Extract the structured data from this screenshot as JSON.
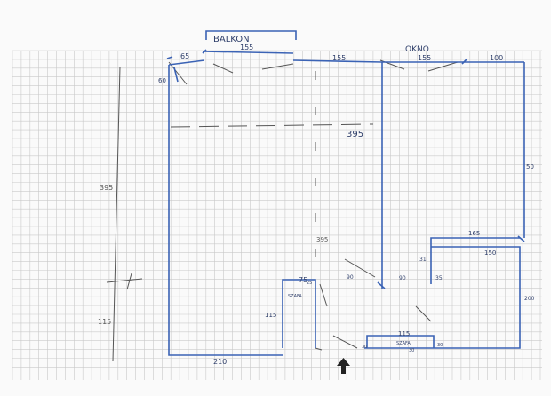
{
  "labels": {
    "balkon": "BALKON",
    "okno": "OKNO",
    "szafa_top": "SZAFA",
    "szafa_bottom": "SZAFA"
  },
  "dimensions": {
    "d65": "65",
    "d155_balkon": "155",
    "d155_mid": "155",
    "d155_okno": "155",
    "d100": "100",
    "d60": "60",
    "d395_inner": "395",
    "d395_left": "395",
    "d395_vertical": "395",
    "d50": "50",
    "d165": "165",
    "d150": "150",
    "d31": "31",
    "d35": "35",
    "d90": "90",
    "d90b": "90",
    "d75": "75",
    "d115_left": "115",
    "d115_mid": "115",
    "d115_bottom": "115",
    "d200": "200",
    "d210": "210",
    "d30a": "30",
    "d30b": "30",
    "d30c": "30",
    "d25": "25"
  },
  "colors": {
    "ink": "#3b63b5",
    "pencil": "#555555",
    "grid": "#c9c9c9"
  },
  "icons": {
    "entrance": "arrow-up-icon"
  }
}
